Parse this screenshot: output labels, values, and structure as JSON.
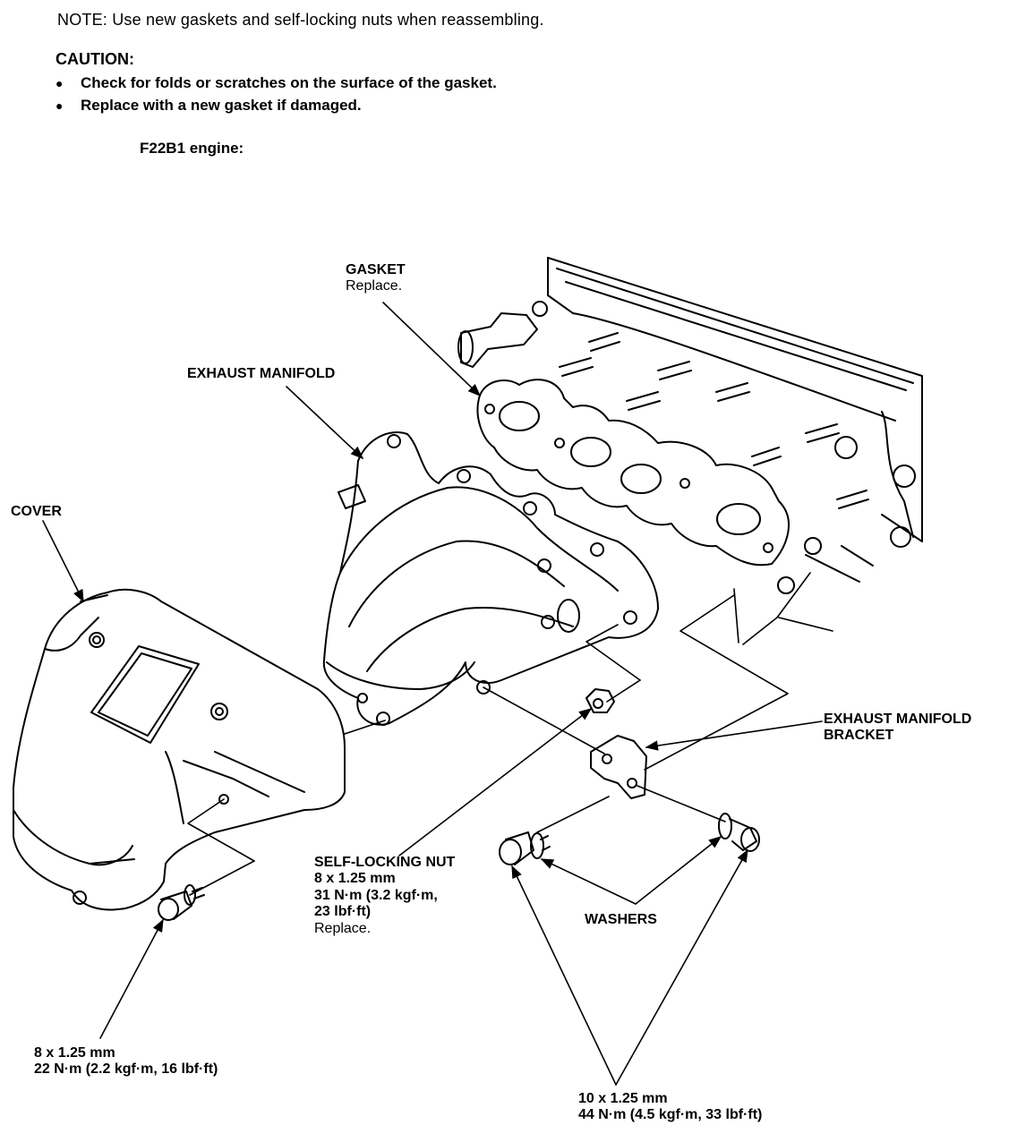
{
  "note": "NOTE:  Use new gaskets and self-locking nuts when reassembling.",
  "caution": {
    "heading": "CAUTION:",
    "items": [
      "Check for folds or scratches on the surface of the gasket.",
      "Replace with a new gasket if damaged."
    ]
  },
  "engine_label": "F22B1 engine:",
  "callouts": {
    "gasket": {
      "title": "GASKET",
      "note": "Replace."
    },
    "exhaust_manifold": "EXHAUST MANIFOLD",
    "cover": "COVER",
    "bracket": {
      "line1": "EXHAUST MANIFOLD",
      "line2": "BRACKET"
    },
    "self_locking_nut": {
      "title": "SELF-LOCKING NUT",
      "size": "8 x 1.25 mm",
      "torque1": "31 N·m (3.2 kgf·m,",
      "torque2": "23 lbf·ft)",
      "note": "Replace."
    },
    "washers": "WASHERS",
    "cover_bolt": {
      "size": "8 x 1.25 mm",
      "torque": "22 N·m (2.2 kgf·m, 16 lbf·ft)"
    },
    "bracket_bolt": {
      "size": "10 x 1.25 mm",
      "torque": "44 N·m (4.5 kgf·m, 33 lbf·ft)"
    }
  }
}
